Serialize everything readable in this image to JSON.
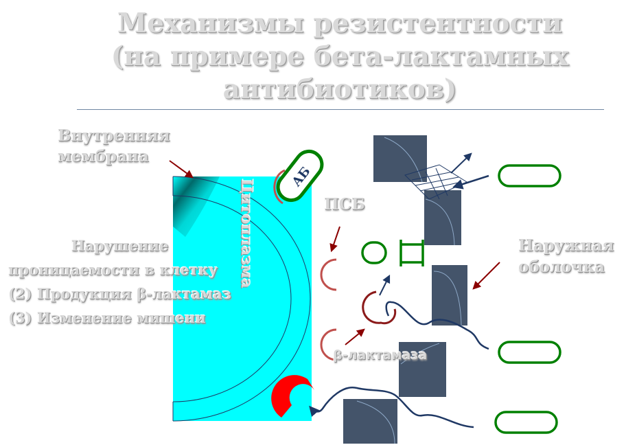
{
  "title": {
    "line1": "Механизмы резистентности",
    "line2": "(на примере бета-лактамных",
    "line3": "антибиотиков)"
  },
  "labels": {
    "inner_membrane_line1": "Внутренняя",
    "inner_membrane_line2": "мембрана",
    "cytoplasm": "Цитоплазма",
    "antibiotic": "АБ",
    "psb": "ПСБ",
    "outer_membrane_line1": "Наружная",
    "outer_membrane_line2": "оболочка",
    "beta_lactamase": "β-лактамаза"
  },
  "mechanisms": {
    "item1_line1": "Нарушение",
    "item1_line2": "проницаемости в клетку",
    "item2": "(2) Продукция β-лактамаз",
    "item3": "(3) Изменение мишени"
  },
  "colors": {
    "cytoplasm": "#00ffff",
    "outer_blocks": "#44546a",
    "antibiotic": "#008000",
    "psb": "#c0504d",
    "beta_lactamase": "#e00000",
    "arrows": "#8b0000",
    "blue_arrows": "#1f3864"
  }
}
